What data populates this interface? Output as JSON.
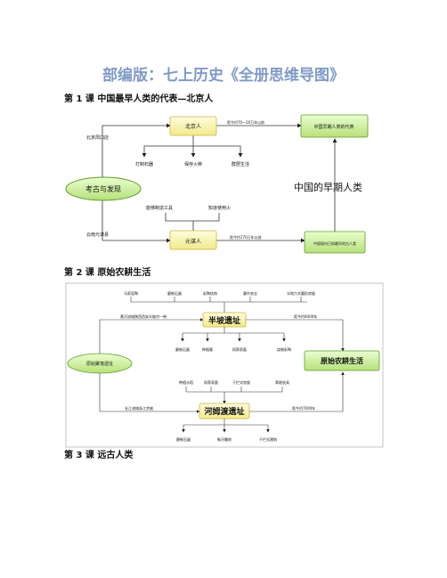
{
  "title": "部编版：七上历史《全册思维导图》",
  "lesson1": {
    "heading": "第 1 课  中国最早人类的代表—北京人",
    "kaogu": "考古与发现",
    "beijingren": "北京人",
    "beijing_loc": "北京周口店",
    "beijing_time": "距今约70—20万年以前",
    "earliest_rep": "中国早期人类的代表",
    "traits": [
      "打制石器",
      "保存火种",
      "群居生活"
    ],
    "zaoqi": "中国的早期人类",
    "yuanmou": "元谋人",
    "yuanmou_loc": "云南元谋县",
    "yuanmou_time": "距今约170万年以前",
    "known_earliest": "中国境内已知最早的古人类",
    "yuanmou_traits": [
      "能够制造工具",
      "知道使用火"
    ]
  },
  "lesson2": {
    "heading": "第 2 课    原始农耕生活",
    "top_traits": [
      "马家窑陶",
      "磨制石器",
      "彩陶纹饰",
      "粟作农业",
      "半地穴式圆形房屋"
    ],
    "banpo": "半坡遗址",
    "banpo_loc": "黄河流域陕西西安半坡村一带",
    "banpo_time": "距今约6000年",
    "banpo_traits": [
      "磨制石器",
      "种植粟",
      "饲养家畜",
      "烧制彩陶"
    ],
    "yuanshi_site": "原始聚落遗址",
    "nonggeng": "原始农耕生活",
    "hemudu_top": [
      "种植水稻",
      "饲养家畜",
      "干栏式房屋",
      "骨耜农具"
    ],
    "hemudu": "河姆渡遗址",
    "hemudu_loc": "长江流域浙江余姚",
    "hemudu_time": "距今约7000年",
    "hemudu_traits": [
      "磨制石器",
      "象牙雕刻",
      "干栏式建筑"
    ]
  },
  "lesson3": {
    "heading": "第 3 课    远古人类"
  }
}
